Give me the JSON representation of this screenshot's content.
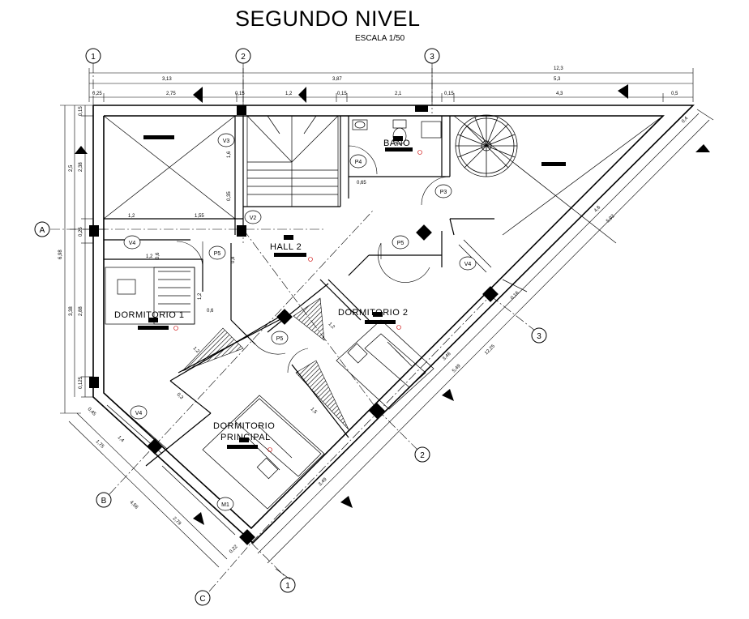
{
  "plan": {
    "title": "SEGUNDO NIVEL",
    "scale": "ESCALA 1/50",
    "axes": {
      "n1": "1",
      "n2": "2",
      "n3": "3",
      "a": "A",
      "b": "B",
      "c": "C",
      "d1": "1",
      "d2": "2",
      "d3": "3"
    },
    "rooms": {
      "hall": "HALL 2",
      "bano": "BAÑO",
      "dorm1": "DORMITORIO 1",
      "dorm2": "DORMITORIO 2",
      "principal_1": "DORMITORIO",
      "principal_2": "PRINCIPAL"
    },
    "tags": {
      "v3": "V3",
      "v2": "V2",
      "v4a": "V4",
      "v4b": "V4",
      "v4c": "V4",
      "p5a": "P5",
      "p5b": "P5",
      "p5c": "P5",
      "p4": "P4",
      "p3": "P3",
      "m1": "M1"
    },
    "dims_top": {
      "d313": "3,13",
      "d387": "3,87",
      "d123": "12,3",
      "d53": "5,3",
      "d025a": "0,25",
      "d275": "2,75",
      "d015a": "0,15",
      "d121": "1,2",
      "d015b": "0,15",
      "d21": "2,1",
      "d015c": "0,15",
      "d43": "4,3",
      "d05": "0,5"
    },
    "dims_left": {
      "d698": "6,98",
      "d25": "2,5",
      "d238": "2,38",
      "d338": "3,38",
      "d288": "2,88",
      "d015": "0,15",
      "d025": "0,25",
      "d0125": "0,125"
    },
    "dims_inner": {
      "d12a": "1,2",
      "d155": "1,55",
      "d12b": "1,2",
      "d08": "0,8",
      "d16": "1,6",
      "d06": "0,6",
      "d065": "0,65",
      "d035": "0,35",
      "d12c": "1,2",
      "d06b": "0,6",
      "d14": "1,4",
      "d175": "1,75",
      "d045": "0,45",
      "d12d": "1,2",
      "d15": "1,5",
      "d03": "0,3",
      "d456": "4,56",
      "d279": "2,79",
      "d022": "0,22",
      "d349": "3,49",
      "d346": "3,46",
      "d549": "5,49",
      "d1225": "12,25",
      "d592": "5,92",
      "d46": "4,6",
      "d04": "0,4",
      "d016": "0,16",
      "d12e": "1,2"
    }
  }
}
